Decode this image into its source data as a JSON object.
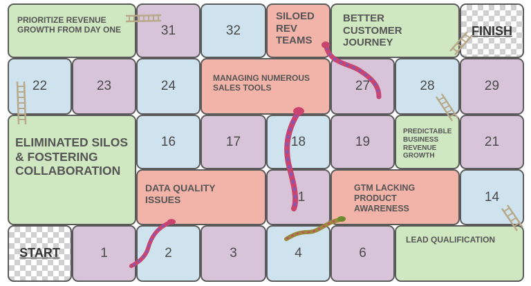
{
  "colors": {
    "green": "#cfe8c1",
    "purple": "#d8c4d8",
    "blue": "#cfe3ef",
    "salmon": "#f2b3a8",
    "snake_pink": "#c9446e",
    "snake_stripe": "#7a5cc0",
    "snake_olive": "#9b8a3a",
    "ladder": "#b8a98a"
  },
  "corners": {
    "start": "START",
    "finish": "FINISH"
  },
  "numbers": {
    "n1": "1",
    "n2": "2",
    "n3": "3",
    "n4": "4",
    "n6": "6",
    "n11": "11",
    "n14": "14",
    "n16": "16",
    "n17": "17",
    "n18": "18",
    "n19": "19",
    "n21": "21",
    "n22": "22",
    "n23": "23",
    "n24": "24",
    "n27": "27",
    "n28": "28",
    "n29": "29",
    "n31": "31",
    "n32": "32"
  },
  "labels": {
    "prioritize": "PRIORITIZE REVENUE GROWTH FROM DAY ONE",
    "siloed": "SILOED REV TEAMS",
    "better": "BETTER CUSTOMER JOURNEY",
    "managing": "MANAGING NUMEROUS SALES TOOLS",
    "eliminated": "ELIMINATED SILOS & FOSTERING COLLABORATION",
    "predictable": "PREDICTABLE BUSINESS REVENUE GROWTH",
    "data_quality": "DATA QUALITY ISSUES",
    "gtm": "GTM LACKING PRODUCT AWARENESS",
    "lead": "LEAD QUALIFICATION"
  }
}
